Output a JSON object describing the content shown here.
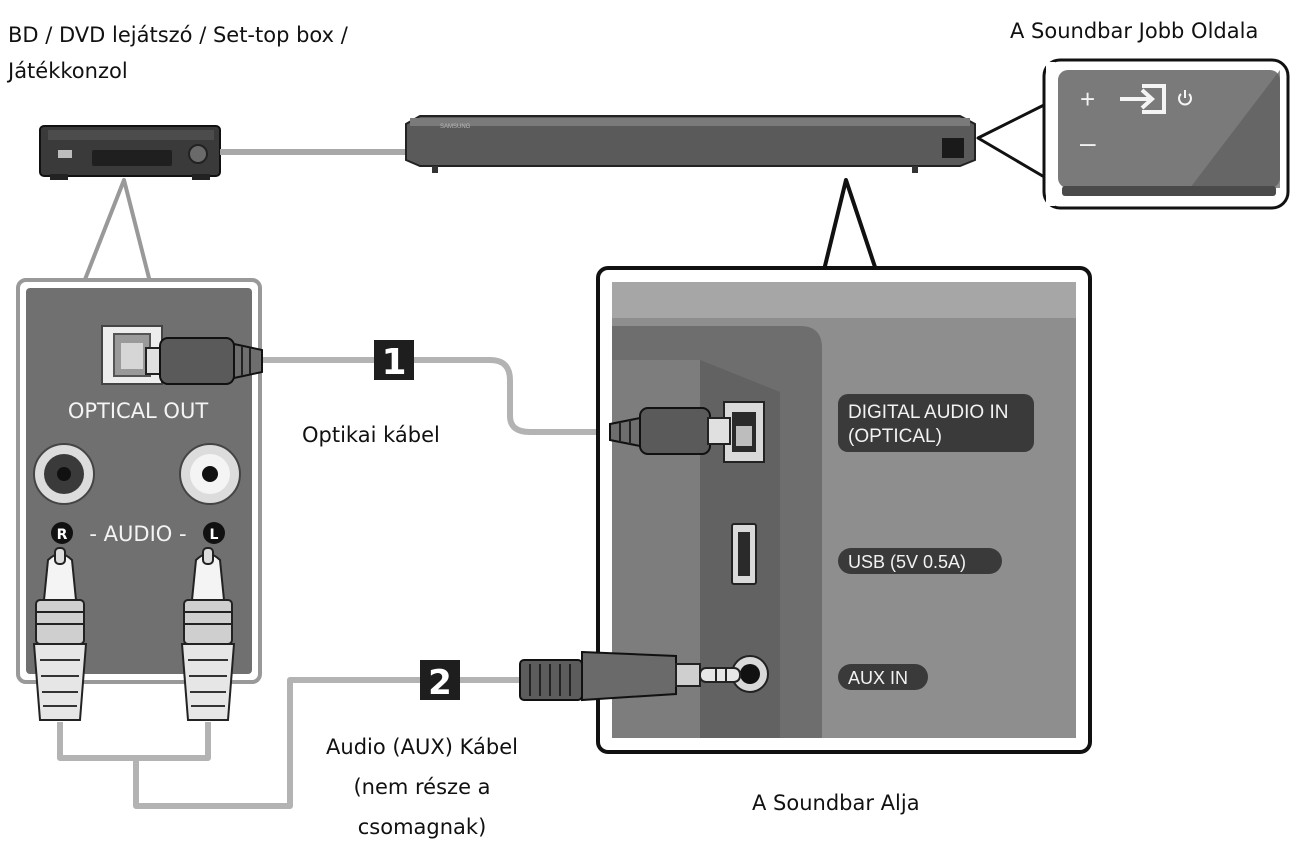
{
  "labels": {
    "source_device": "BD / DVD lejátszó / Set-top box / Játékkonzol",
    "source_device_line1": "BD / DVD lejátszó / Set-top box /",
    "source_device_line2": "Játékkonzol",
    "soundbar_right_side": "A Soundbar Jobb Oldala",
    "optical_cable": "Optikai kábel",
    "aux_cable_line1": "Audio (AUX) Kábel",
    "aux_cable_line2": "(nem része a",
    "aux_cable_line3": "csomagnak)",
    "soundbar_bottom": "A Soundbar Alja"
  },
  "source_panel": {
    "optical_out": "OPTICAL OUT",
    "audio": "- AUDIO -",
    "right_marker": "R",
    "left_marker": "L"
  },
  "soundbar_panel": {
    "digital_audio_in_line1": "DIGITAL AUDIO IN",
    "digital_audio_in_line2": "(OPTICAL)",
    "usb": "USB (5V 0.5A)",
    "aux_in": "AUX IN"
  },
  "markers": {
    "step1": "1",
    "step2": "2"
  },
  "right_side_buttons": {
    "plus": "+",
    "minus": "–"
  },
  "colors": {
    "panel_dark": "#6b6b6b",
    "panel_light": "#9a9a9a",
    "cable": "#b3b3b3",
    "frame": "#1a1a1a",
    "badge": "#1e1e1e"
  }
}
